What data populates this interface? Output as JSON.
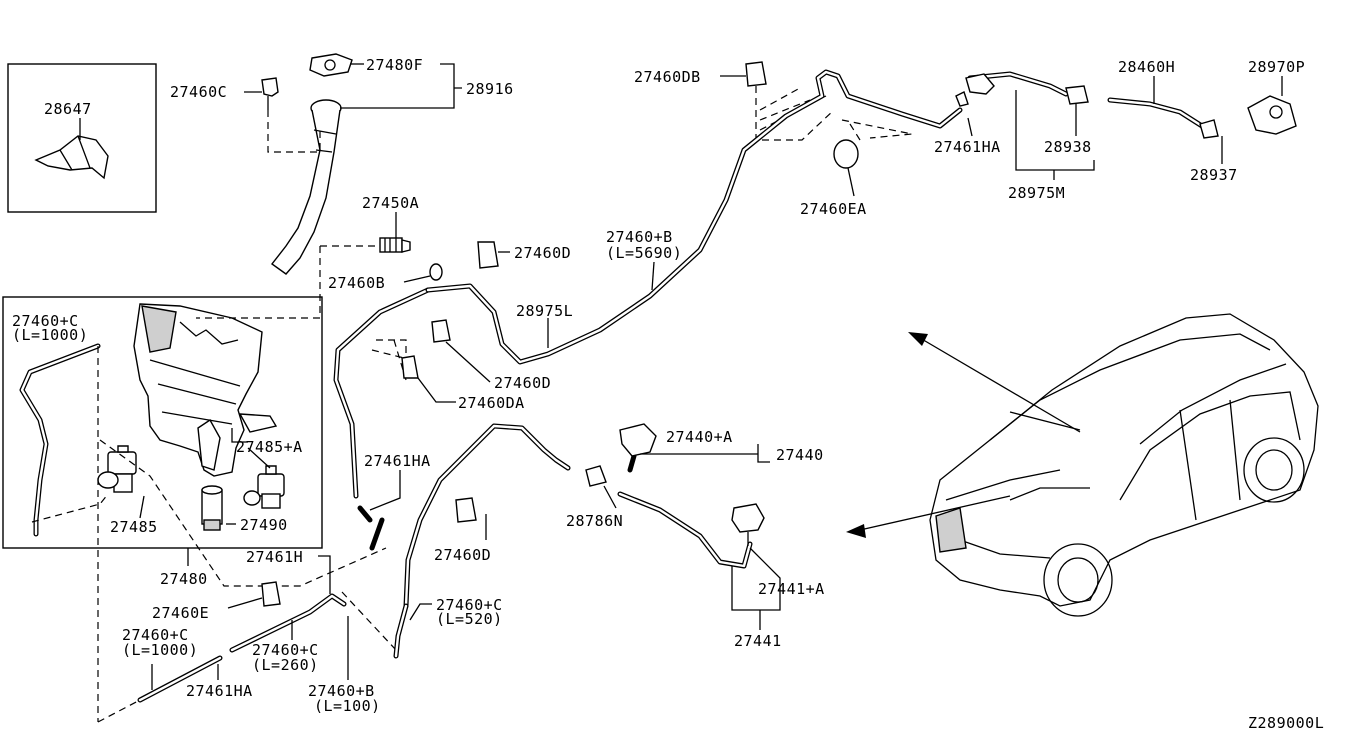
{
  "diagram_id": "Z289000L",
  "labels": {
    "l28647": "28647",
    "l27460C": "27460C",
    "l27480F": "27480F",
    "l28916": "28916",
    "l27460DB": "27460DB",
    "l28460H": "28460H",
    "l28970P": "28970P",
    "l27461HA_top": "27461HA",
    "l28938": "28938",
    "l28937": "28937",
    "l28975M": "28975M",
    "l27460EA": "27460EA",
    "l27450A": "27450A",
    "l27460D_a": "27460D",
    "l27460B_a": "27460+B",
    "l27460B_a_len": "(L=5690)",
    "l27460B": "27460B",
    "l28975L": "28975L",
    "l27460C_1000": "27460+C",
    "l27460C_1000_len": "(L=1000)",
    "l27460D_b": "27460D",
    "l27460DA": "27460DA",
    "l27485A": "27485+A",
    "l27485": "27485",
    "l27490": "27490",
    "l27461HA_mid": "27461HA",
    "l27440A": "27440+A",
    "l27440": "27440",
    "l28786N": "28786N",
    "l27460D_c": "27460D",
    "l27480": "27480",
    "l27461H": "27461H",
    "l27460E": "27460E",
    "l27460C_low": "27460+C",
    "l27460C_low_len": "(L=1000)",
    "l27460C_260": "27460+C",
    "l27460C_260_len": "(L=260)",
    "l27461HA_low": "27461HA",
    "l27460C_520": "27460+C",
    "l27460C_520_len": "(L=520)",
    "l27460B_100": "27460+B",
    "l27460B_100_len": "(L=100)",
    "l27441A": "27441+A",
    "l27441": "27441"
  }
}
